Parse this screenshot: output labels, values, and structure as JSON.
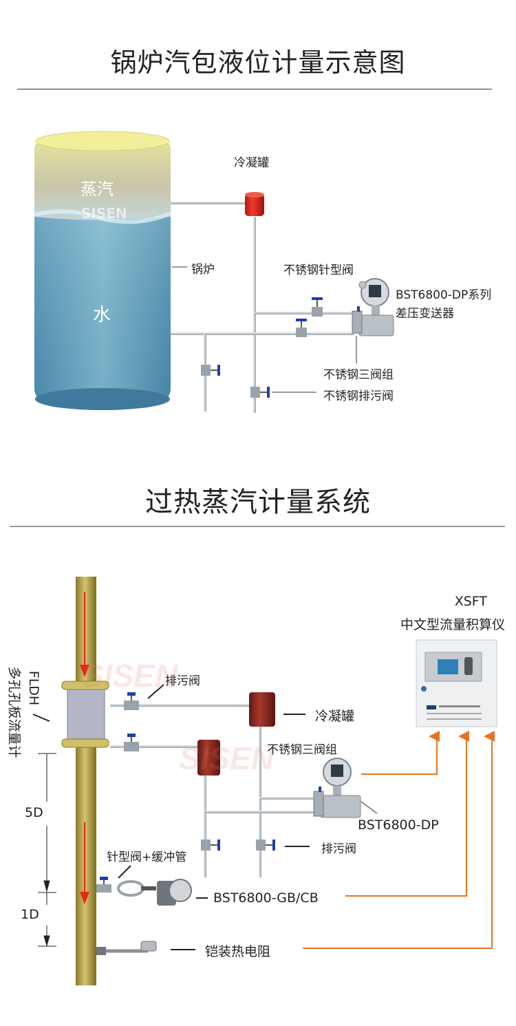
{
  "section1": {
    "title": "锅炉汽包液位计量示意图",
    "steam_label": "蒸汽",
    "water_label": "水",
    "boiler_label": "锅炉",
    "condenser_label": "冷凝罐",
    "needle_valve_label": "不锈钢针型阀",
    "transmitter_label_line1": "BST6800-DP系列",
    "transmitter_label_line2": "差压变送器",
    "manifold_label": "不锈钢三阀组",
    "drain_valve_label": "不锈钢排污阀",
    "watermark": "SISEN"
  },
  "section2": {
    "title": "过热蒸汽计量系统",
    "flowmeter_label_code": "FLDH",
    "flowmeter_label_name": "多孔孔板流量计",
    "drain_valve_top_label": "排污阀",
    "condenser_label": "冷凝罐",
    "manifold_label": "不锈钢三阀组",
    "dp_transmitter_label": "BST6800-DP",
    "drain_valve_label": "排污阀",
    "needle_valve_label": "针型阀+缓冲管",
    "pressure_transmitter_label": "BST6800-GB/CB",
    "rtd_label": "铠装热电阻",
    "dim_5d": "5D",
    "dim_1d": "1D",
    "totalizer_code": "XSFT",
    "totalizer_name": "中文型流量积算仪",
    "watermark": "SISEN"
  },
  "colors": {
    "signal_line": "#e8731f",
    "flow_arrow": "#e8261a",
    "pipe": "#c8cdd3",
    "condenser_red": "#d8261c",
    "condenser_dark": "#8a2b22"
  }
}
